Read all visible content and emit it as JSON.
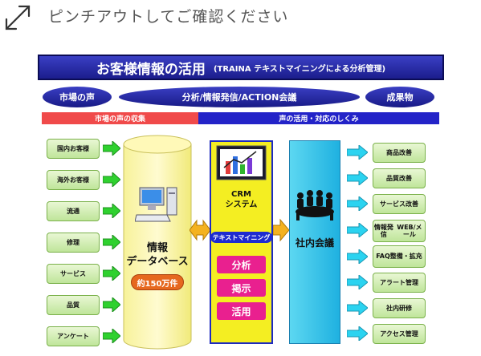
{
  "hint": {
    "text": "ピンチアウトしてご確認ください",
    "icon": "expand-arrows-icon"
  },
  "title": {
    "main": "お客様情報の活用",
    "sub": "(TRAINA テキストマイニングによる分析管理)"
  },
  "headers": {
    "left": "市場の声",
    "center": "分析/情報発信/ACTION会議",
    "right": "成果物"
  },
  "bands": {
    "left": "市場の声の収集",
    "right": "声の活用・対応のしくみ",
    "left_color": "#f04a4a",
    "right_color": "#2323c8"
  },
  "sources": [
    "国内お客様",
    "海外お客様",
    "流通",
    "修理",
    "サービス",
    "品質",
    "アンケート"
  ],
  "database": {
    "line1": "情報",
    "line2": "データベース",
    "count": "約150万件"
  },
  "crm": {
    "line1": "CRM",
    "line2": "システム",
    "tag": "テキストマイニング",
    "actions": [
      "分析",
      "掲示",
      "活用"
    ]
  },
  "meeting": {
    "label": "社内会議"
  },
  "outcomes": [
    {
      "line1": "商品改善",
      "line2": ""
    },
    {
      "line1": "品質改善",
      "line2": ""
    },
    {
      "line1": "サービス改善",
      "line2": ""
    },
    {
      "line1": "情報発信",
      "line2": "WEB/メール"
    },
    {
      "line1": "FAQ",
      "line2": "整備・拡充"
    },
    {
      "line1": "アラート管理",
      "line2": ""
    },
    {
      "line1": "社内研修",
      "line2": ""
    },
    {
      "line1": "アクセス管理",
      "line2": ""
    }
  ]
}
